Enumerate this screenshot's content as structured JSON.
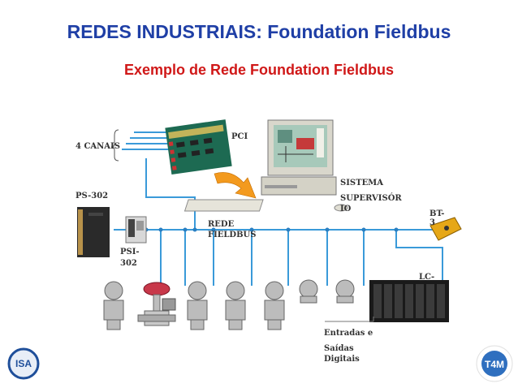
{
  "header": {
    "title": "REDES INDUSTRIAIS: Foundation Fieldbus",
    "subtitle": "Exemplo de Rede Foundation Fieldbus"
  },
  "labels": {
    "canais": "4 CANAIS",
    "pci": "PCI",
    "sistema": "SISTEMA",
    "supervisor": "SUPERVISÓR",
    "io": "IO",
    "ps302": "PS-302",
    "rede": "REDE",
    "fieldbus": "FIELDBUS",
    "bt": "BT-",
    "bt_num": "3",
    "psi": "PSI-",
    "psi_num": "302",
    "lc": "LC-",
    "entradas": "Entradas e",
    "saidas": "Saídas",
    "digitais": "Digitais"
  },
  "logos": {
    "isa": "ISA",
    "t4m": "T4M"
  },
  "colors": {
    "title": "#1f3fa6",
    "subtitle": "#d01818",
    "bus": "#3a9ad9",
    "arrow": "#f39a1e"
  }
}
